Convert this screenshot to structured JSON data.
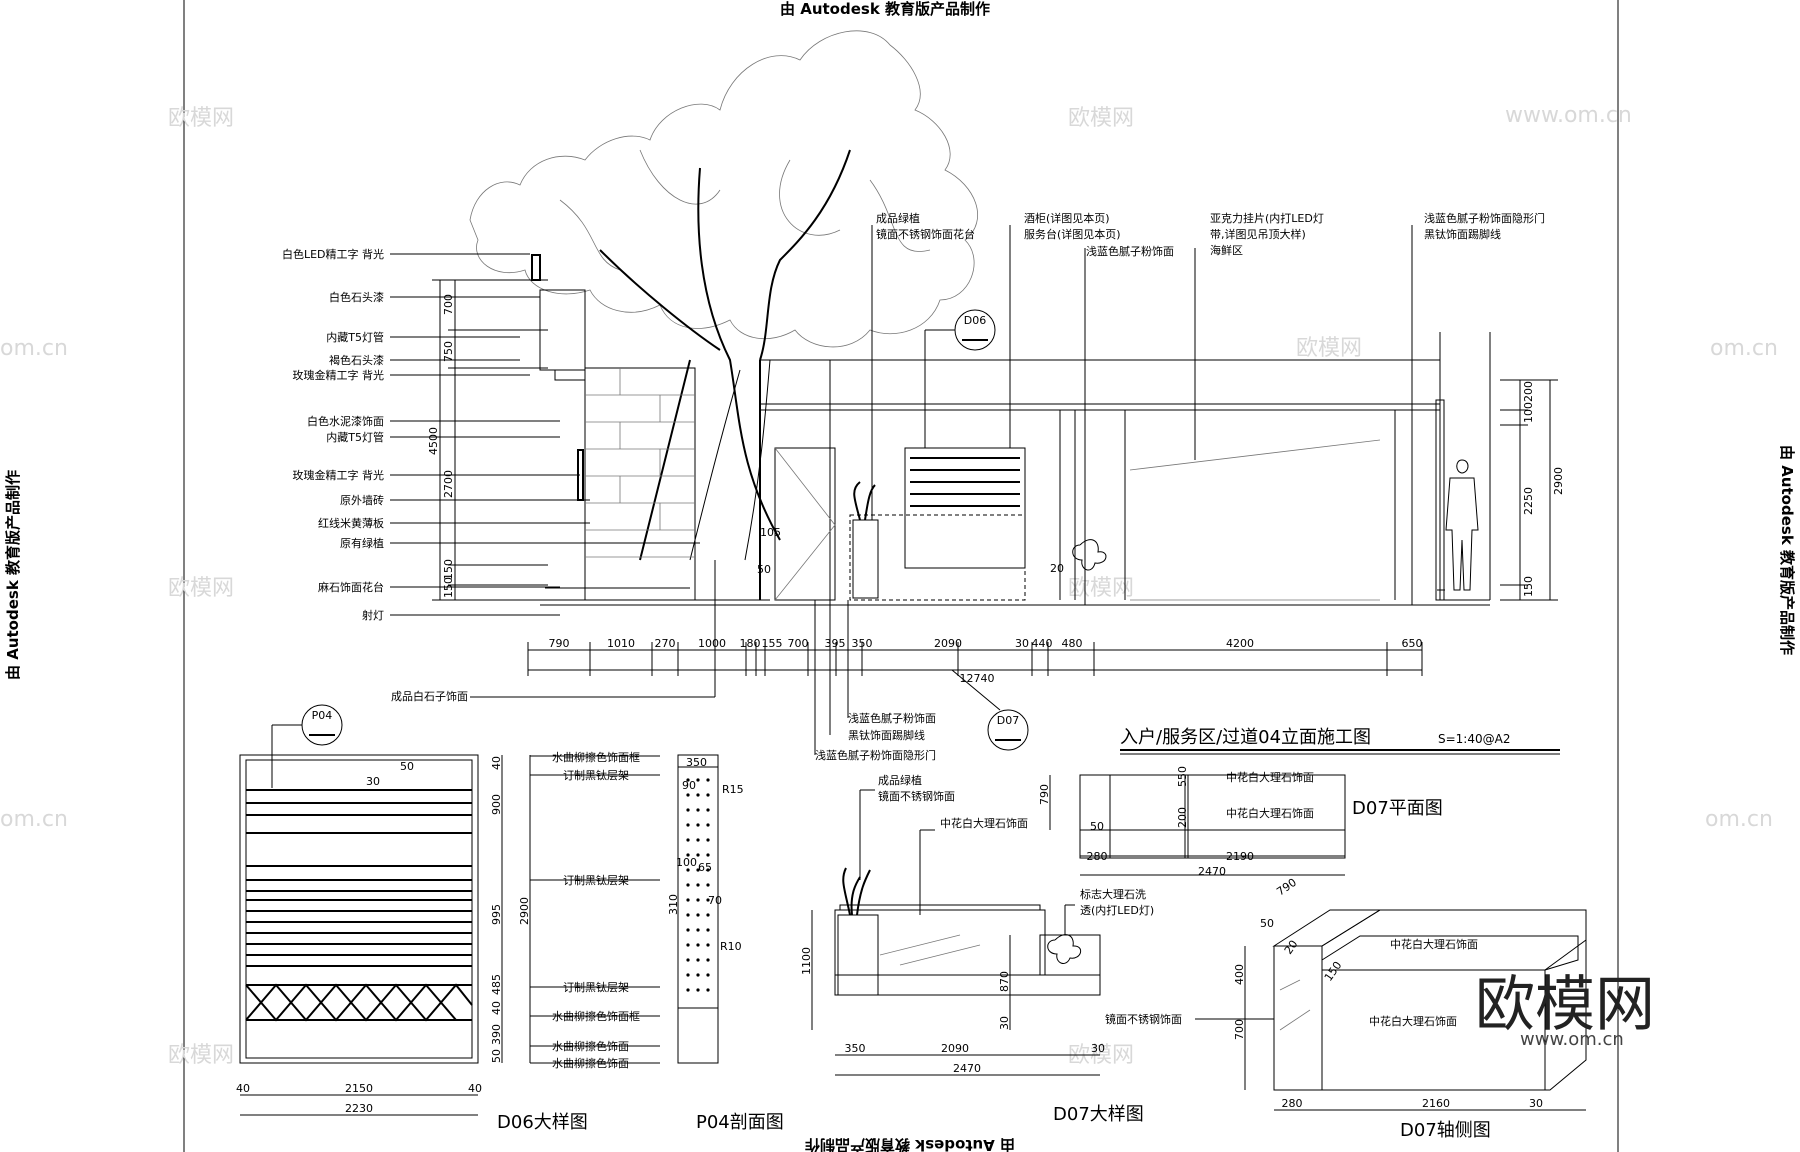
{
  "stamps": {
    "top": "由 Autodesk 教育版产品制作",
    "bottom": "由 Autodesk 教育版产品制作",
    "left": "由 Autodesk 教育版产品制作",
    "right": "由 Autodesk 教育版产品制作"
  },
  "watermarks": {
    "logo": "欧模网",
    "url": "www.om.cn",
    "domain": "om.cn"
  },
  "elevation": {
    "title": "入户/服务区/过道04立面施工图",
    "scale": "S=1:40@A2",
    "left_labels": [
      "白色LED精工字 背光",
      "白色石头漆",
      "内藏T5灯管",
      "褐色石头漆",
      "玫瑰金精工字 背光",
      "白色水泥漆饰面",
      "内藏T5灯管",
      "玫瑰金精工字 背光",
      "原外墙砖",
      "红线米黄薄板",
      "原有绿植",
      "麻石饰面花台",
      "射灯"
    ],
    "top_labels": {
      "a1": "成品绿植",
      "a2": "镜面不锈钢饰面花台",
      "b1": "酒柜(详图见本页)",
      "b2": "服务台(详图见本页)",
      "c1": "浅蓝色腻子粉饰面",
      "d1": "亚克力挂片(内打LED灯",
      "d2": "带,详图见吊顶大样)",
      "d3": "海鲜区",
      "e1": "浅蓝色腻子粉饰面隐形门",
      "e2": "黑钛饰面踢脚线"
    },
    "bottom_labels": {
      "f1": "成品白石子饰面",
      "f2": "浅蓝色腻子粉饰面",
      "f3": "黑钛饰面踢脚线",
      "f4": "浅蓝色腻子粉饰面隐形门"
    },
    "bubbles": {
      "d06": "D06",
      "d07": "D07",
      "p04": "P04"
    },
    "horiz_dims": [
      "790",
      "1010",
      "270",
      "1000",
      "180",
      "155",
      "700",
      "395",
      "350",
      "2090",
      "30",
      "440",
      "480",
      "4200",
      "650"
    ],
    "total": "12740",
    "vert_dims_left": [
      "700",
      "750",
      "4500",
      "2700",
      "150",
      "150"
    ],
    "vert_dims_right": [
      "200",
      "100",
      "2250",
      "2900",
      "150"
    ],
    "small_dims": [
      "105",
      "50",
      "20"
    ]
  },
  "d06": {
    "caption": "D06大样图",
    "labels": [
      "水曲柳擦色饰面框",
      "订制黑钛层架",
      "订制黑钛层架",
      "订制黑钛层架",
      "水曲柳擦色饰面框",
      "水曲柳擦色饰面",
      "水曲柳擦色饰面"
    ],
    "vert_dims": [
      "40",
      "900",
      "995",
      "2900",
      "485",
      "40",
      "390",
      "50"
    ],
    "small": "50",
    "small2": "30",
    "bottom_dims": [
      "40",
      "2150",
      "40"
    ],
    "total": "2230"
  },
  "p04": {
    "caption": "P04剖面图",
    "dims": [
      "350",
      "90",
      "R15",
      "100",
      "65",
      "310",
      "70",
      "R10"
    ]
  },
  "d07": {
    "caption": "D07大样图",
    "labels": [
      "成品绿植",
      "镜面不锈钢饰面",
      "中花白大理石饰面",
      "标志大理石洗",
      "透(内打LED灯)"
    ],
    "vert_dims": [
      "1100",
      "870",
      "30"
    ],
    "bottom_dims": [
      "350",
      "2090",
      "30"
    ],
    "total": "2470"
  },
  "d07_plan": {
    "caption": "D07平面图",
    "labels": [
      "中花白大理石饰面",
      "中花白大理石饰面"
    ],
    "vert_dims": [
      "790",
      "550",
      "200"
    ],
    "bottom_dims": [
      "280",
      "2190"
    ],
    "total": "2470",
    "small": "50"
  },
  "d07_axo": {
    "caption": "D07轴侧图",
    "labels": [
      "中花白大理石饰面",
      "中花白大理石饰面",
      "镜面不锈钢饰面"
    ],
    "dims": [
      "790",
      "50",
      "400",
      "700",
      "150",
      "280",
      "2160",
      "30"
    ],
    "small": "20"
  }
}
